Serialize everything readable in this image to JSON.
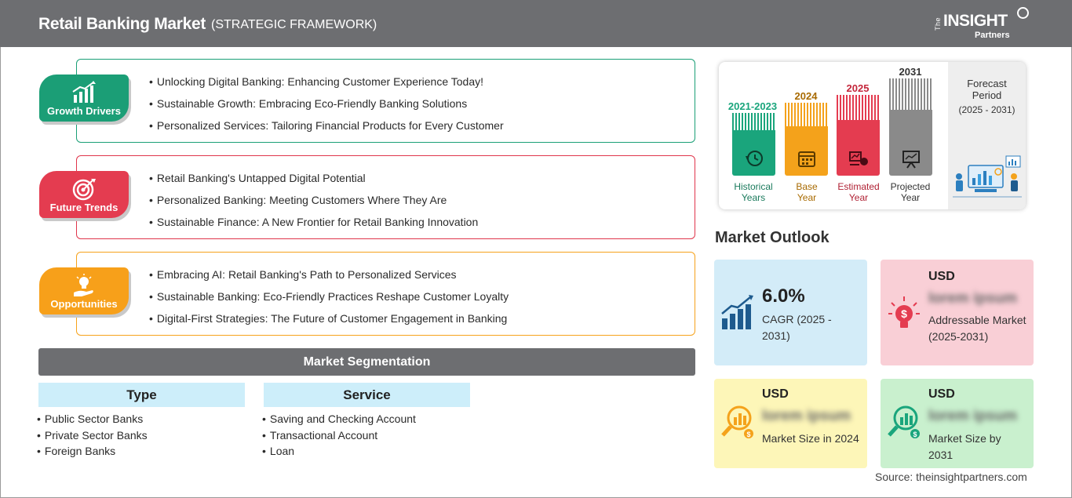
{
  "header": {
    "title": "Retail Banking Market",
    "subtitle": "(STRATEGIC FRAMEWORK)",
    "logo": {
      "the": "The",
      "insight": "INSIGHT",
      "partners": "Partners"
    }
  },
  "strategy": {
    "growth_drivers": {
      "label": "Growth Drivers",
      "icon": "growth-chart-icon",
      "color": "#1b9e76",
      "items": [
        "Unlocking Digital Banking: Enhancing Customer Experience Today!",
        "Sustainable Growth: Embracing Eco-Friendly Banking Solutions",
        "Personalized Services: Tailoring Financial Products for Every Customer"
      ]
    },
    "future_trends": {
      "label": "Future Trends",
      "icon": "target-icon",
      "color": "#e43c50",
      "items": [
        "Retail Banking's Untapped Digital Potential",
        "Personalized Banking: Meeting Customers Where They Are",
        "Sustainable Finance: A New Frontier for Retail Banking Innovation"
      ]
    },
    "opportunities": {
      "label": "Opportunities",
      "icon": "lightbulb-hand-icon",
      "color": "#f7a01a",
      "items": [
        "Embracing AI: Retail Banking's Path to Personalized Services",
        "Sustainable Banking: Eco-Friendly Practices Reshape Customer Loyalty",
        "Digital-First Strategies: The Future of Customer Engagement in Banking"
      ]
    }
  },
  "segmentation": {
    "title": "Market Segmentation",
    "type": {
      "heading": "Type",
      "items": [
        "Public Sector Banks",
        "Private Sector Banks",
        "Foreign Banks"
      ]
    },
    "service": {
      "heading": "Service",
      "items": [
        "Saving and Checking Account",
        "Transactional Account",
        "Loan"
      ]
    }
  },
  "timeline": {
    "periods": [
      {
        "year": "2021-2023",
        "label_line1": "Historical",
        "label_line2": "Years",
        "color": "#1aa57c",
        "icon": "history-icon"
      },
      {
        "year": "2024",
        "label_line1": "Base",
        "label_line2": "Year",
        "color": "#f4a21b",
        "icon": "calendar-icon"
      },
      {
        "year": "2025",
        "label_line1": "Estimated",
        "label_line2": "Year",
        "color": "#e43c50",
        "icon": "estimate-icon"
      },
      {
        "year": "2031",
        "label_line1": "Projected",
        "label_line2": "Year",
        "color": "#8a8a8a",
        "icon": "projection-board-icon"
      }
    ],
    "forecast": {
      "title_line1": "Forecast",
      "title_line2": "Period",
      "range": "(2025 - 2031)"
    }
  },
  "outlook": {
    "title": "Market Outlook",
    "cagr": {
      "value": "6.0%",
      "label": "CAGR (2025 - 2031)",
      "icon": "growth-bars-icon",
      "color": "#1e5b8e"
    },
    "addressable": {
      "currency": "USD",
      "value": "lorem ipsum",
      "label": "Addressable Market (2025-2031)",
      "icon": "dollar-bulb-icon",
      "color": "#e43c50"
    },
    "size_2024": {
      "currency": "USD",
      "value": "lorem ipsum",
      "label": "Market Size in 2024",
      "icon": "magnifier-chart-icon",
      "color": "#f4a21b"
    },
    "size_2031": {
      "currency": "USD",
      "value": "lorem ipsum",
      "label": "Market Size by 2031",
      "icon": "magnifier-chart-icon",
      "color": "#1aa57c"
    }
  },
  "source": "Source: theinsightpartners.com"
}
